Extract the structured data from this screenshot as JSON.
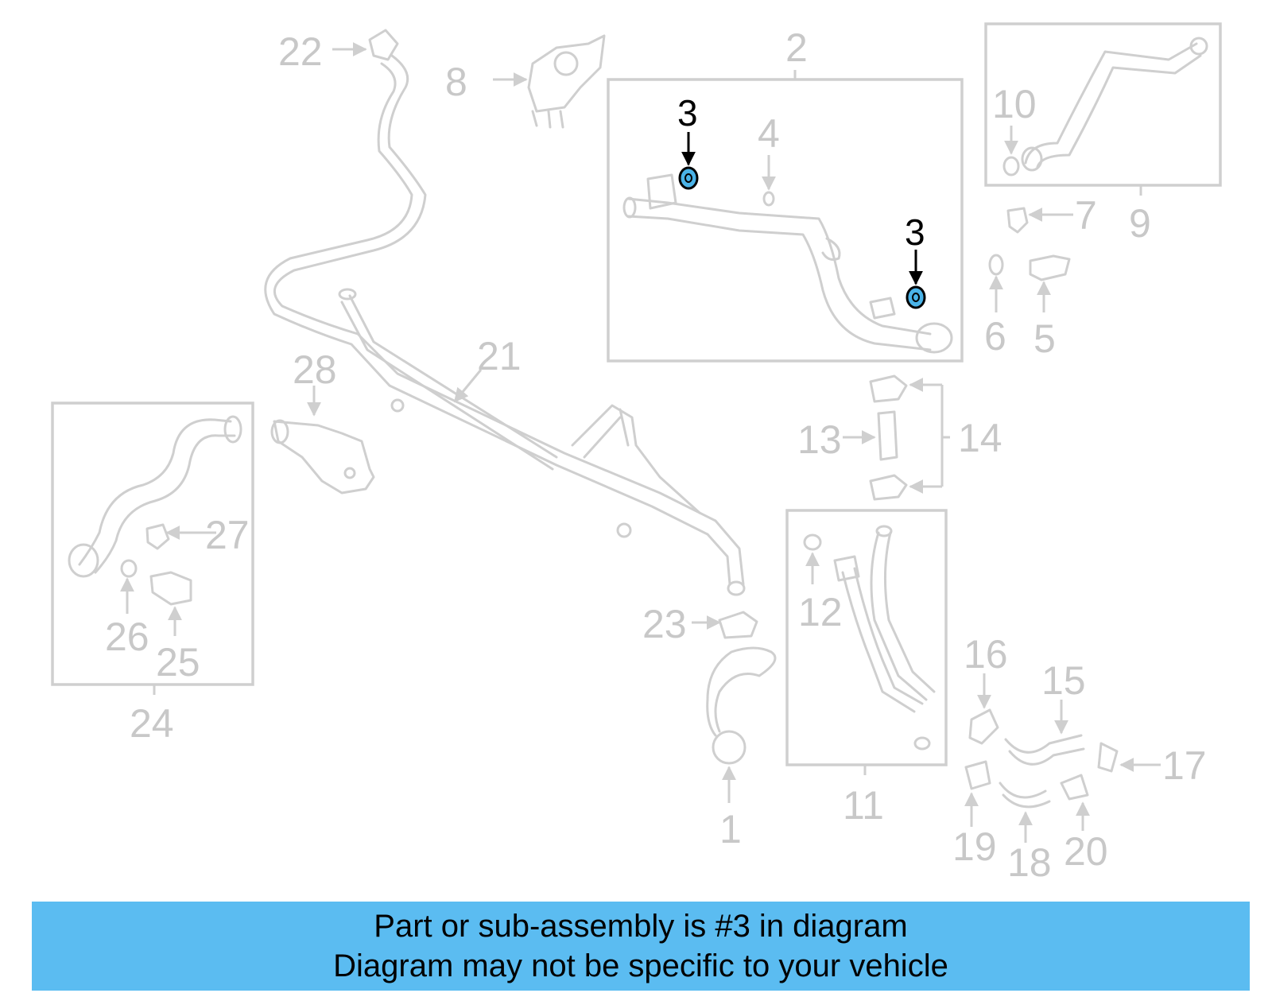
{
  "highlight_color": "#4ab3e8",
  "banner_color": "#5bbcf1",
  "callouts": {
    "c1": "1",
    "c2": "2",
    "c3a": "3",
    "c3b": "3",
    "c4": "4",
    "c5": "5",
    "c6": "6",
    "c7": "7",
    "c8": "8",
    "c9": "9",
    "c10": "10",
    "c11": "11",
    "c12": "12",
    "c13": "13",
    "c14": "14",
    "c15": "15",
    "c16": "16",
    "c17": "17",
    "c18": "18",
    "c19": "19",
    "c20": "20",
    "c21": "21",
    "c22": "22",
    "c23": "23",
    "c24": "24",
    "c25": "25",
    "c26": "26",
    "c27": "27",
    "c28": "28"
  },
  "footer": {
    "line1": "Part or sub-assembly is #3 in diagram",
    "line2": "Diagram may not be specific to your vehicle"
  }
}
